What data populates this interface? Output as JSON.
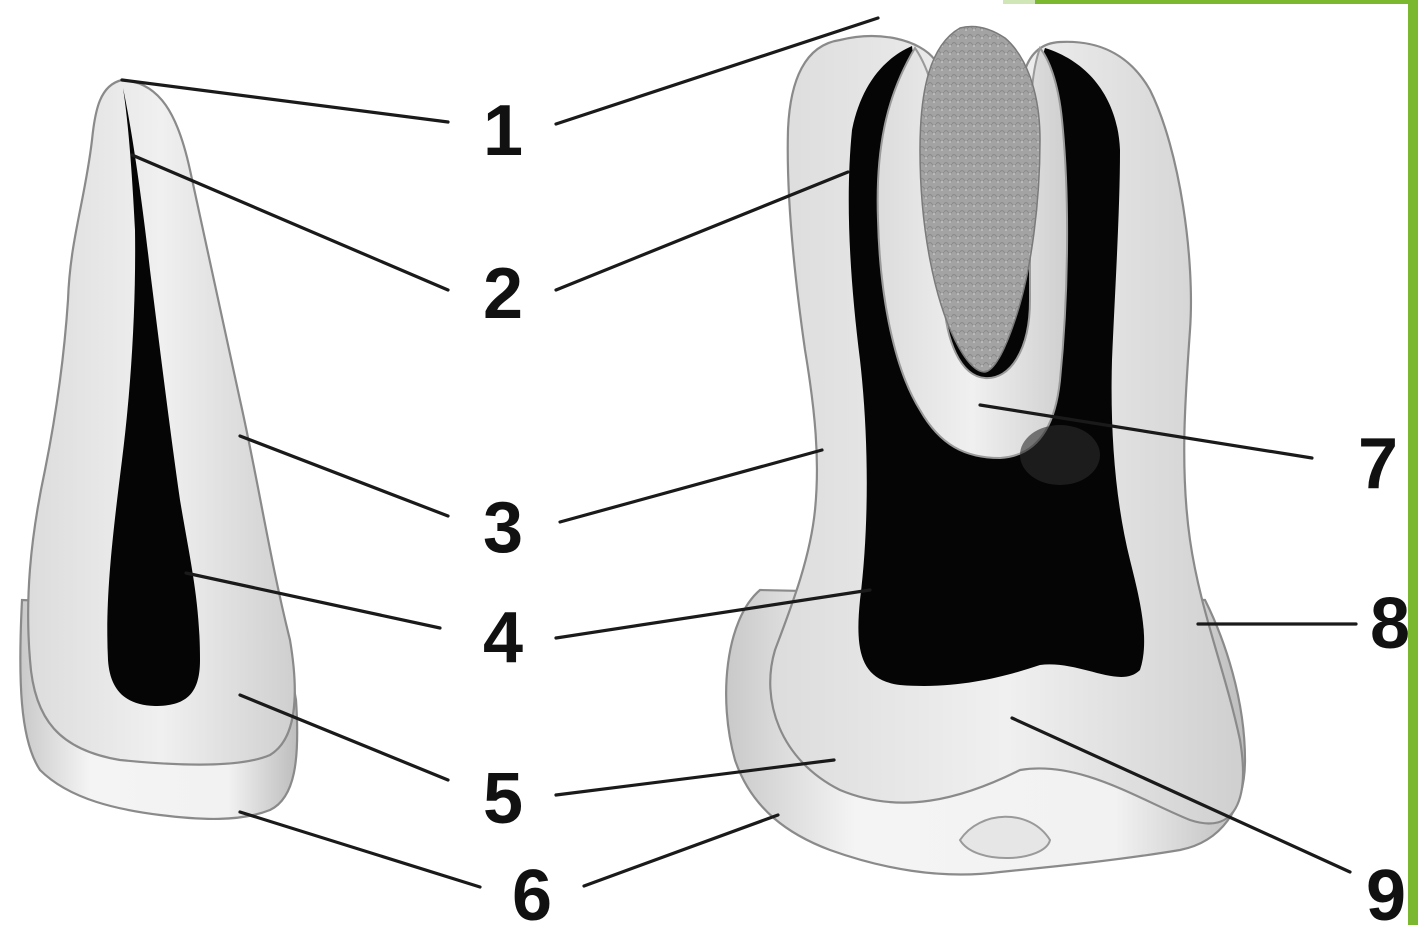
{
  "labels": {
    "n1": "1",
    "n2": "2",
    "n3": "3",
    "n4": "4",
    "n5": "5",
    "n6": "6",
    "n7": "7",
    "n8": "8",
    "n9": "9"
  },
  "colors": {
    "background": "#ffffff",
    "accent": "#7cb82f",
    "enamel": "#f2f2f2",
    "dentin": "#d8d8d8",
    "pulp": "#050505",
    "cap": "#9a9a9a",
    "leader": "#1a1a1a"
  }
}
